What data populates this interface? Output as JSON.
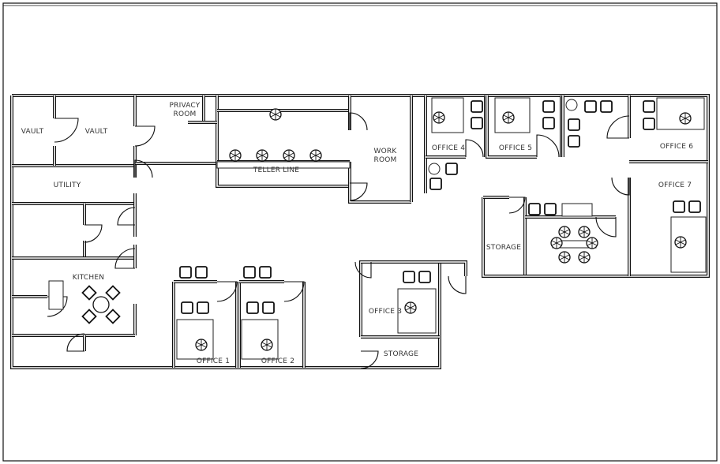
{
  "floor_plan": {
    "rooms": {
      "vault_1": "VAULT",
      "vault_2": "VAULT",
      "privacy_room_line1": "PRIVACY",
      "privacy_room_line2": "ROOM",
      "teller_line": "TELLER LINE",
      "work_room_line1": "WORK",
      "work_room_line2": "ROOM",
      "utility": "UTILITY",
      "kitchen": "KITCHEN",
      "office_1": "OFFICE 1",
      "office_2": "OFFICE 2",
      "office_3": "OFFICE 3",
      "office_4": "OFFICE 4",
      "office_5": "OFFICE 5",
      "office_6": "OFFICE 6",
      "office_7": "OFFICE 7",
      "storage_1": "STORAGE",
      "storage_2": "STORAGE"
    },
    "colors": {
      "line": "#111111",
      "background": "#ffffff"
    }
  }
}
